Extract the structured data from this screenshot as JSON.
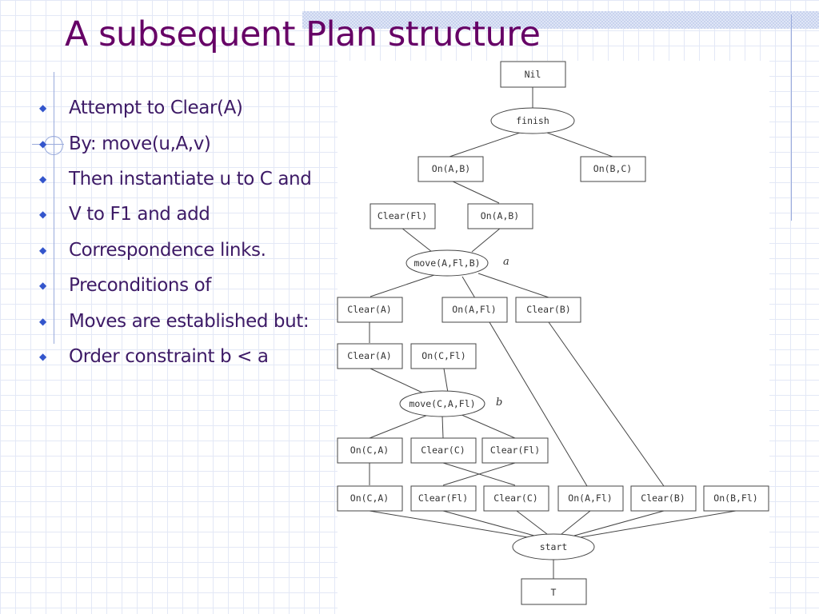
{
  "title": "A subsequent Plan structure",
  "bullets": [
    "Attempt to Clear(A)",
    "By: move(u,A,v)",
    "Then instantiate u to C and",
    "V to F1 and add",
    "Correspondence links.",
    "Preconditions of",
    "Moves are established but:",
    "Order constraint b < a"
  ],
  "bullet_icon": "diamond-icon",
  "colors": {
    "title": "#660066",
    "bullet_text": "#3d1a66",
    "bullet_icon": "#3355cc",
    "grid": "#e3e8f6"
  },
  "diagram": {
    "nodes": {
      "nil": "Nil",
      "finish": "finish",
      "on_a_b_goal": "On(A,B)",
      "on_b_c_goal": "On(B,C)",
      "clear_fl_pre_a": "Clear(Fl)",
      "on_a_b_eff_a": "On(A,B)",
      "move_a": "move(A,Fl,B)",
      "clear_a_pre_a": "Clear(A)",
      "on_a_fl_pre_a": "On(A,Fl)",
      "clear_b_pre_a": "Clear(B)",
      "clear_a_eff_b": "Clear(A)",
      "on_c_fl_pre_b": "On(C,Fl)",
      "move_b": "move(C,A,Fl)",
      "on_c_a_pre_b": "On(C,A)",
      "clear_c_pre_b": "Clear(C)",
      "clear_fl_pre_b": "Clear(Fl)",
      "start_on_c_a": "On(C,A)",
      "start_clear_fl": "Clear(Fl)",
      "start_clear_c": "Clear(C)",
      "start_on_a_fl": "On(A,Fl)",
      "start_clear_b": "Clear(B)",
      "start_on_b_fl": "On(B,Fl)",
      "start": "start",
      "top": "T"
    },
    "labels": {
      "a": "a",
      "b": "b"
    }
  }
}
